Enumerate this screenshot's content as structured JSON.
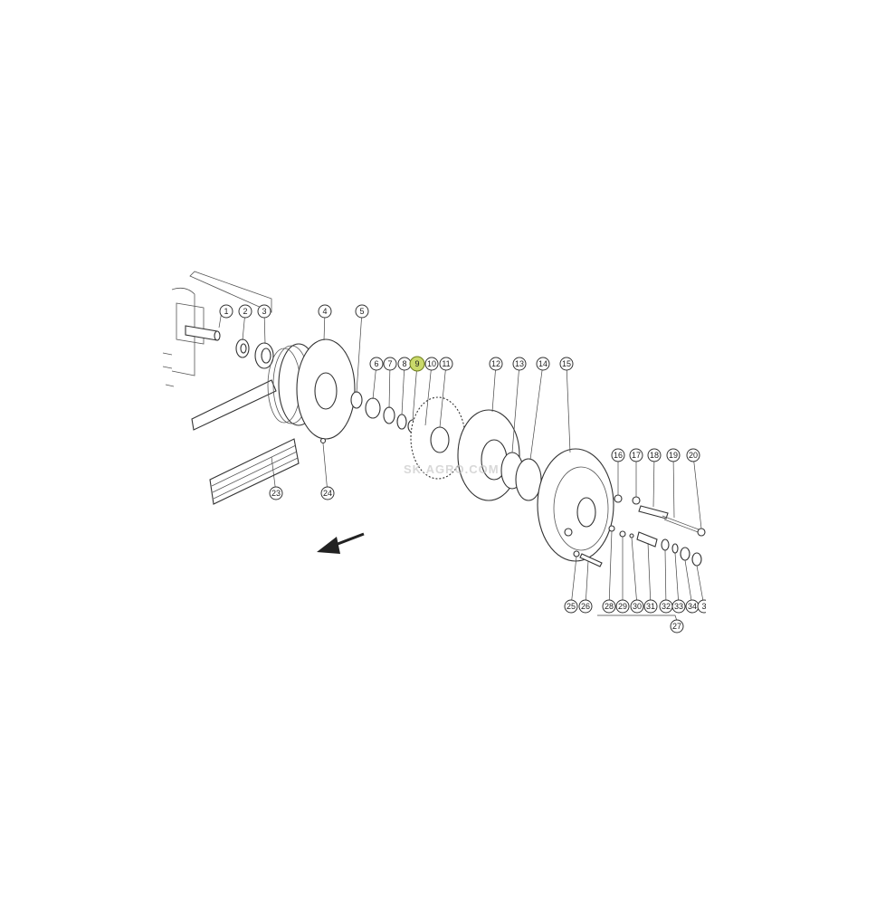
{
  "diagram": {
    "highlighted_part": "9",
    "watermark": "SK.AGRO.COM",
    "callouts": [
      "1",
      "2",
      "3",
      "4",
      "5",
      "6",
      "7",
      "8",
      "9",
      "10",
      "11",
      "12",
      "13",
      "14",
      "15",
      "16",
      "17",
      "18",
      "19",
      "20",
      "23",
      "24",
      "25",
      "26",
      "27",
      "28",
      "29",
      "30",
      "31",
      "32",
      "33",
      "34",
      "3"
    ],
    "colors": {
      "highlight": "#c9d96a",
      "line": "#333333",
      "background": "#ffffff"
    }
  }
}
